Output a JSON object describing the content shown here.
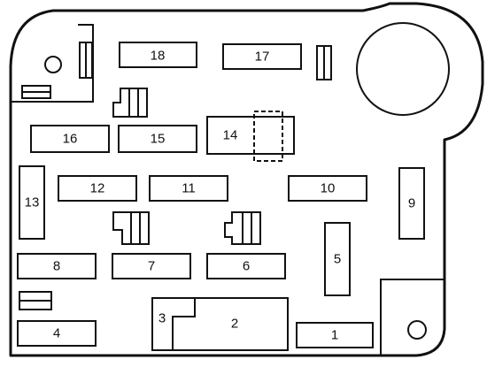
{
  "fuses": {
    "f1": "1",
    "f2": "2",
    "f3": "3",
    "f4": "4",
    "f5": "5",
    "f6": "6",
    "f7": "7",
    "f8": "8",
    "f9": "9",
    "f10": "10",
    "f11": "11",
    "f12": "12",
    "f13": "13",
    "f14": "14",
    "f15": "15",
    "f16": "16",
    "f17": "17",
    "f18": "18"
  }
}
